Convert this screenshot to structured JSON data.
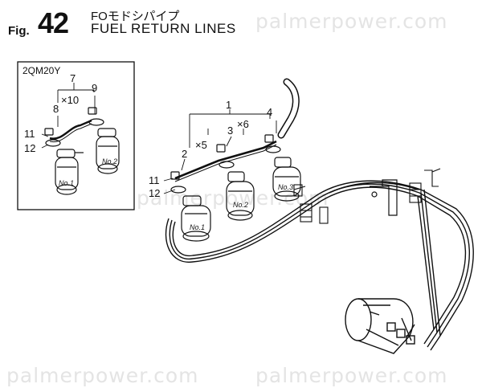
{
  "figure": {
    "prefix": "Fig.",
    "number": "42",
    "title_jp": "FOモドシパイプ",
    "title_en": "FUEL RETURN LINES"
  },
  "inset": {
    "model": "2QM20Y",
    "callouts": [
      "7",
      "8",
      "×10",
      "9",
      "11",
      "12"
    ],
    "injector_tags": [
      "No.1",
      "No.2"
    ]
  },
  "main": {
    "callouts": [
      "1",
      "2",
      "×5",
      "3",
      "×6",
      "4",
      "11",
      "12"
    ],
    "injector_tags": [
      "No.1",
      "No.2",
      "No.3"
    ]
  },
  "watermark": "palmerpower.com",
  "colors": {
    "ink": "#111111",
    "watermark": "#e4e4e4",
    "background": "#ffffff"
  }
}
